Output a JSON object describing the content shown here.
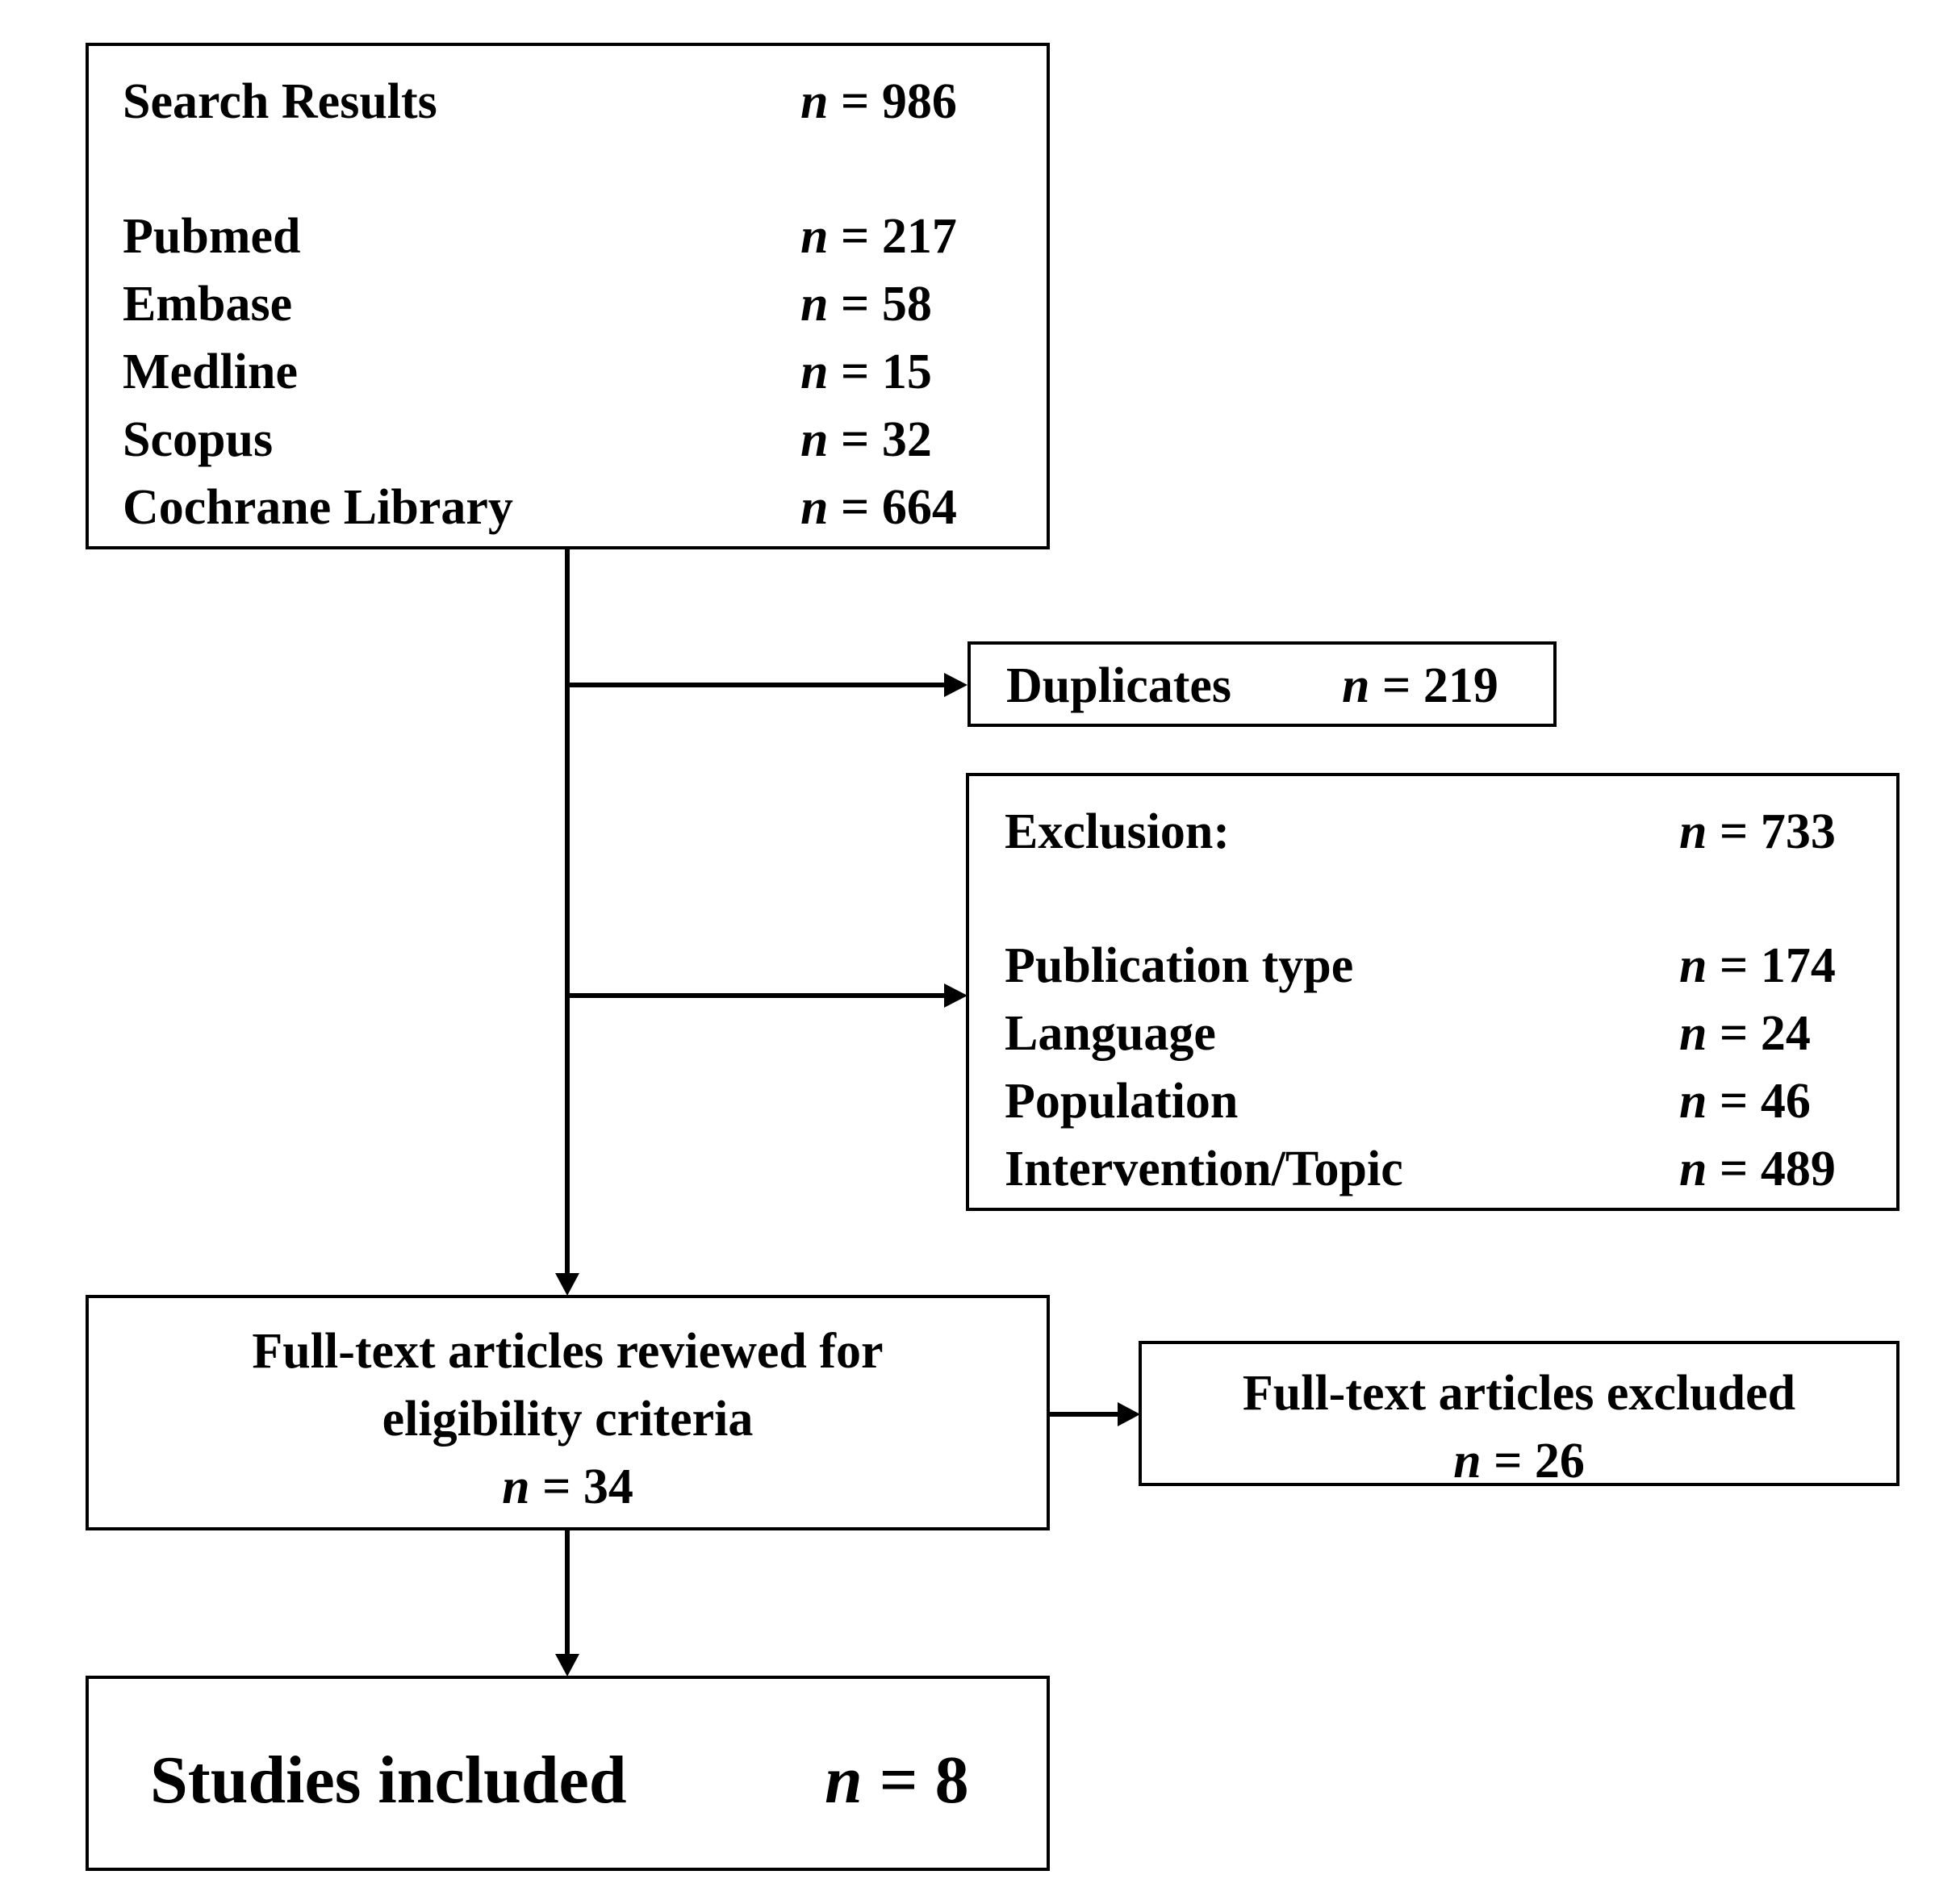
{
  "search": {
    "title": "Search Results",
    "total": "= 986",
    "sources": [
      {
        "label": "Pubmed",
        "value": "= 217"
      },
      {
        "label": "Embase",
        "value": "= 58"
      },
      {
        "label": "Medline",
        "value": "= 15"
      },
      {
        "label": "Scopus",
        "value": "= 32"
      },
      {
        "label": "Cochrane Library",
        "value": "= 664"
      }
    ]
  },
  "n_symbol": "n",
  "duplicates": {
    "label": "Duplicates",
    "value": "= 219"
  },
  "exclusion": {
    "title": "Exclusion:",
    "total": "= 733",
    "reasons": [
      {
        "label": "Publication type",
        "value": "= 174"
      },
      {
        "label": "Language",
        "value": "= 24"
      },
      {
        "label": "Population",
        "value": "= 46"
      },
      {
        "label": "Intervention/Topic",
        "value": "= 489"
      }
    ]
  },
  "fulltext_reviewed": {
    "line1": "Full-text articles reviewed for",
    "line2": "eligibility criteria",
    "value": "= 34"
  },
  "fulltext_excluded": {
    "line1": "Full-text articles excluded",
    "value": "= 26"
  },
  "included": {
    "label": "Studies included",
    "value": "= 8"
  }
}
